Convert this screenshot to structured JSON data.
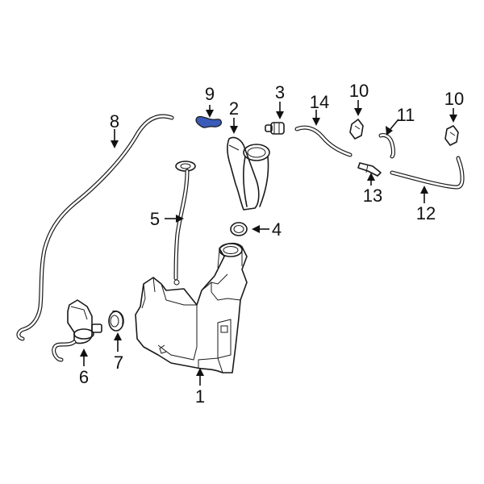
{
  "highlight_color": "#3a5bb8",
  "callouts": {
    "c1": "1",
    "c2": "2",
    "c3": "3",
    "c4": "4",
    "c5": "5",
    "c6": "6",
    "c7": "7",
    "c8": "8",
    "c9": "9",
    "c10a": "10",
    "c10b": "10",
    "c11": "11",
    "c12": "12",
    "c13": "13",
    "c14": "14"
  }
}
